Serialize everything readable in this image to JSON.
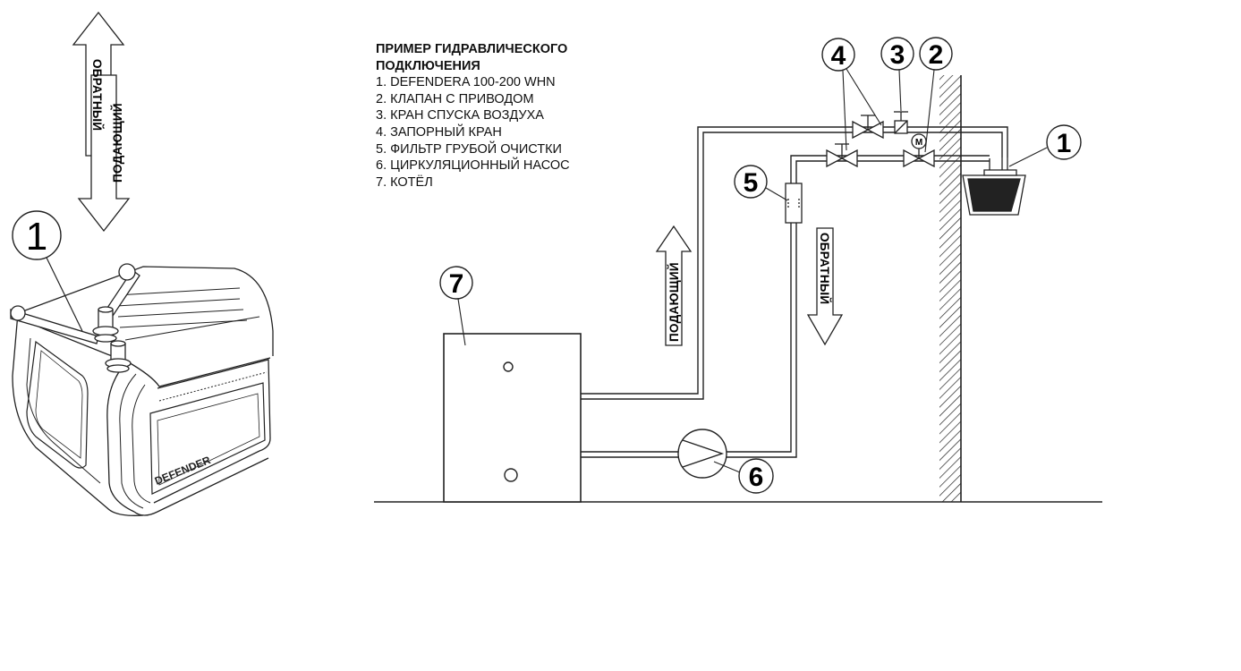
{
  "legend": {
    "title_line1": "ПРИМЕР ГИДРАВЛИЧЕСКОГО",
    "title_line2": "ПОДКЛЮЧЕНИЯ",
    "items": [
      "1. DEFENDERA 100-200 WHN",
      "2. КЛАПАН С ПРИВОДОМ",
      "3. КРАН СПУСКА ВОЗДУХА",
      "4. ЗАПОРНЫЙ КРАН",
      "5. ФИЛЬТР ГРУБОЙ ОЧИСТКИ",
      "6. ЦИРКУЛЯЦИОННЫЙ НАСОС",
      "7. КОТЁЛ"
    ]
  },
  "labels": {
    "supply": "ПОДАЮЩИЙ",
    "return": "ОБРАТНЫЙ",
    "valve_motor_mark": "M",
    "brand": "DEFENDER"
  },
  "callouts": {
    "unit_left": "1",
    "unit_right": "1",
    "motor_valve": "2",
    "air_valve": "3",
    "shutoff_valve": "4",
    "filter": "5",
    "pump": "6",
    "boiler": "7"
  }
}
